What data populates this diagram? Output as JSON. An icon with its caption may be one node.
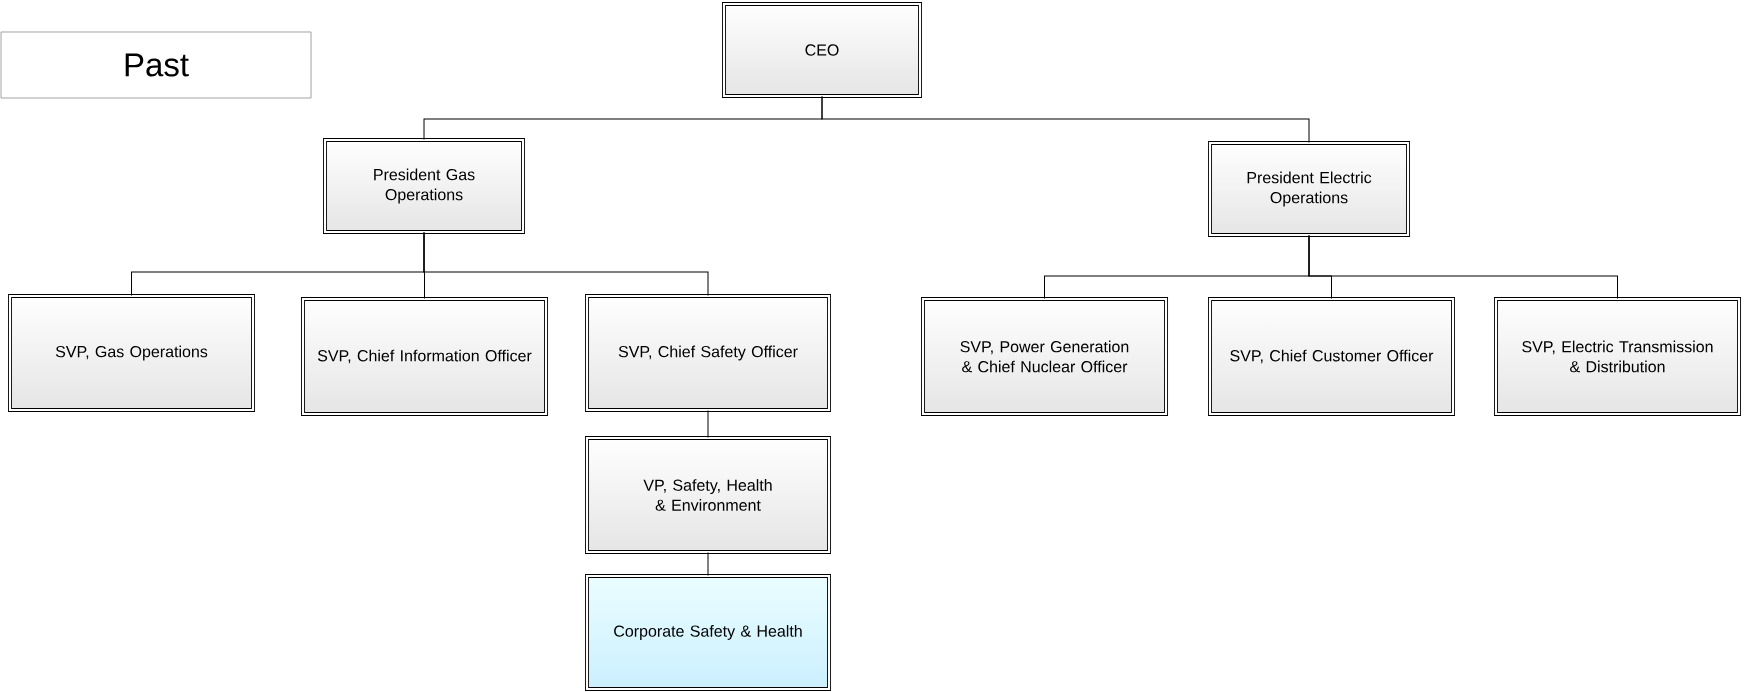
{
  "diagram": {
    "nodes": [
      {
        "text": [
          "Past"
        ]
      },
      {
        "text": [
          "CEO"
        ]
      },
      {
        "text": [
          "President Gas Operations"
        ]
      },
      {
        "text": [
          "President Electric Operations"
        ]
      },
      {
        "text": [
          "SVP, Gas Operations"
        ]
      },
      {
        "text": [
          "SVP, Chief Information Officer"
        ]
      },
      {
        "text": [
          "SVP, Chief Safety Officer"
        ]
      },
      {
        "text": [
          "SVP, Power Generation & Chief Nuclear Officer"
        ]
      },
      {
        "text": [
          "SVP, Chief Customer Officer"
        ]
      },
      {
        "text": [
          "SVP, Electric Transmission & Distribution"
        ]
      },
      {
        "text": [
          "VP, Safety, Health & Environment"
        ]
      },
      {
        "text": [
          "Corporate Safety & Health"
        ]
      }
    ],
    "edges": [
      {
        "from": 1,
        "to": 2,
        "arrow": "none"
      },
      {
        "from": 1,
        "to": 3,
        "arrow": "none"
      },
      {
        "from": 2,
        "to": 4,
        "arrow": "none"
      },
      {
        "from": 2,
        "to": 5,
        "arrow": "none"
      },
      {
        "from": 2,
        "to": 6,
        "arrow": "none"
      },
      {
        "from": 3,
        "to": 7,
        "arrow": "none"
      },
      {
        "from": 3,
        "to": 8,
        "arrow": "none"
      },
      {
        "from": 3,
        "to": 9,
        "arrow": "none"
      },
      {
        "from": 6,
        "to": 10,
        "arrow": "none"
      },
      {
        "from": 10,
        "to": 11,
        "arrow": "none"
      }
    ]
  }
}
